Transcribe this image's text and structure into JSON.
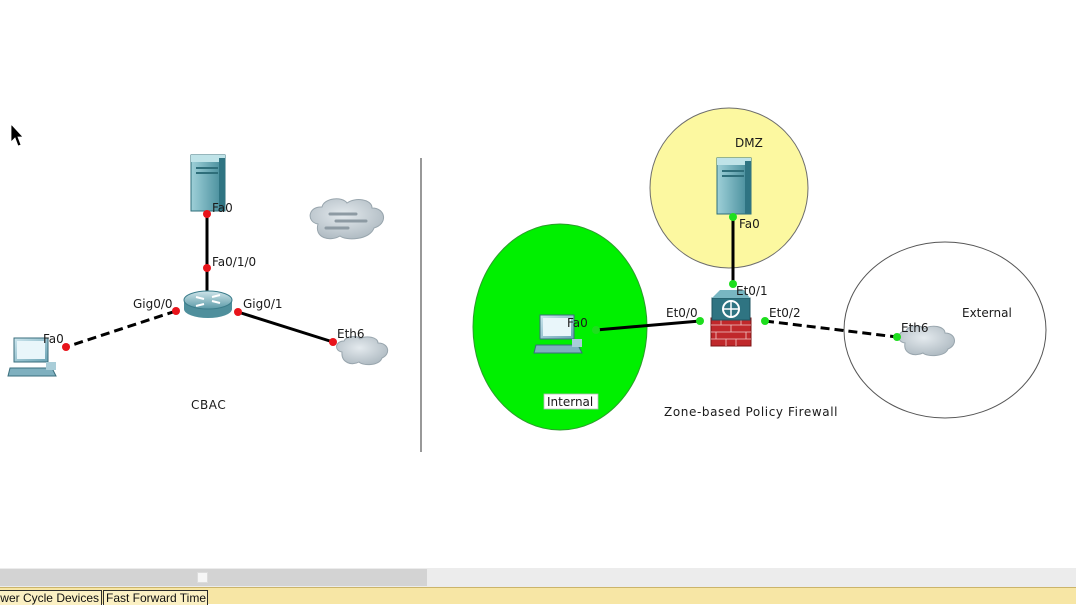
{
  "left_network": {
    "caption": "CBAC",
    "server": {
      "port": "Fa0"
    },
    "router": {
      "port_up": "Fa0/1/0",
      "port_left": "Gig0/0",
      "port_right": "Gig0/1"
    },
    "pc": {
      "port": "Fa0"
    },
    "cloud": {
      "port": "Eth6"
    }
  },
  "right_network": {
    "caption": "Zone-based Policy Firewall",
    "zones": {
      "dmz": {
        "label": "DMZ",
        "color": "#fcf8a0"
      },
      "internal": {
        "label": "Internal",
        "color": "#00f000"
      },
      "external": {
        "label": "External",
        "color": "#ffffff"
      }
    },
    "dmz_server": {
      "port": "Fa0"
    },
    "internal_pc": {
      "port": "Fa0"
    },
    "firewall": {
      "port_inside": "Et0/0",
      "port_dmz": "Et0/1",
      "port_outside": "Et0/2"
    },
    "external_cloud": {
      "port": "Eth6"
    }
  },
  "link_colors": {
    "down": "#e8141b",
    "up": "#1ede1e"
  },
  "icons": [
    "cursor-arrow-icon",
    "server-icon",
    "router-icon",
    "pc-icon",
    "cloud-icon",
    "firewall-icon"
  ],
  "bottom_bar": {
    "power_cycle_label": "Power Cycle Devices",
    "fast_forward_label": "Fast Forward Time"
  }
}
